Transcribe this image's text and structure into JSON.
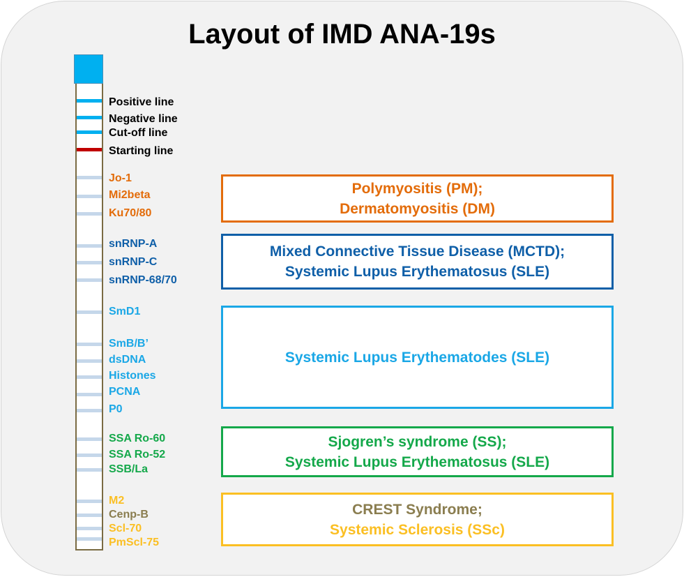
{
  "title": "Layout of IMD ANA-19s",
  "colors": {
    "control": "#00b0f0",
    "starting": "#c00000",
    "placeholder": "#c5d7ea",
    "orange": "#e36c0a",
    "darkblue": "#0f5fa8",
    "lightblue": "#1aa7e6",
    "green": "#14a84a",
    "gold": "#fbbf23",
    "olive": "#8a7d4f"
  },
  "controls": [
    {
      "label": "Positive line",
      "type": "control"
    },
    {
      "label": "Negative line",
      "type": "control"
    },
    {
      "label": "Cut-off line",
      "type": "control"
    },
    {
      "label": "Starting line",
      "type": "starting"
    }
  ],
  "antigens": [
    {
      "label": "Jo-1",
      "group": "pm-dm"
    },
    {
      "label": "Mi2beta",
      "group": "pm-dm"
    },
    {
      "label": "Ku70/80",
      "group": "pm-dm"
    },
    {
      "label": "snRNP-A",
      "group": "mctd-sle"
    },
    {
      "label": "snRNP-C",
      "group": "mctd-sle"
    },
    {
      "label": "snRNP-68/70",
      "group": "mctd-sle"
    },
    {
      "label": "SmD1",
      "group": "sle"
    },
    {
      "label": "SmB/B’",
      "group": "sle"
    },
    {
      "label": "dsDNA",
      "group": "sle"
    },
    {
      "label": "Histones",
      "group": "sle"
    },
    {
      "label": "PCNA",
      "group": "sle"
    },
    {
      "label": "P0",
      "group": "sle"
    },
    {
      "label": "SSA Ro-60",
      "group": "ss-sle"
    },
    {
      "label": "SSA Ro-52",
      "group": "ss-sle"
    },
    {
      "label": "SSB/La",
      "group": "ss-sle"
    },
    {
      "label": "M2",
      "group": "ssc"
    },
    {
      "label": "Cenp-B",
      "group": "crest"
    },
    {
      "label": "Scl-70",
      "group": "ssc"
    },
    {
      "label": "PmScl-75",
      "group": "ssc"
    }
  ],
  "diseases": [
    {
      "id": "pm-dm",
      "lines": [
        "Polymyositis (PM);",
        "Dermatomyositis (DM)"
      ]
    },
    {
      "id": "mctd-sle",
      "lines": [
        "Mixed Connective Tissue Disease (MCTD);",
        "Systemic Lupus Erythematosus (SLE)"
      ]
    },
    {
      "id": "sle",
      "lines": [
        "Systemic Lupus Erythematodes (SLE)"
      ]
    },
    {
      "id": "ss-sle",
      "lines": [
        "Sjogren’s syndrome (SS);",
        "Systemic Lupus Erythematosus (SLE)"
      ]
    },
    {
      "id": "crest-ssc",
      "lines": [
        "CREST Syndrome;",
        "Systemic Sclerosis (SSc)"
      ]
    }
  ]
}
